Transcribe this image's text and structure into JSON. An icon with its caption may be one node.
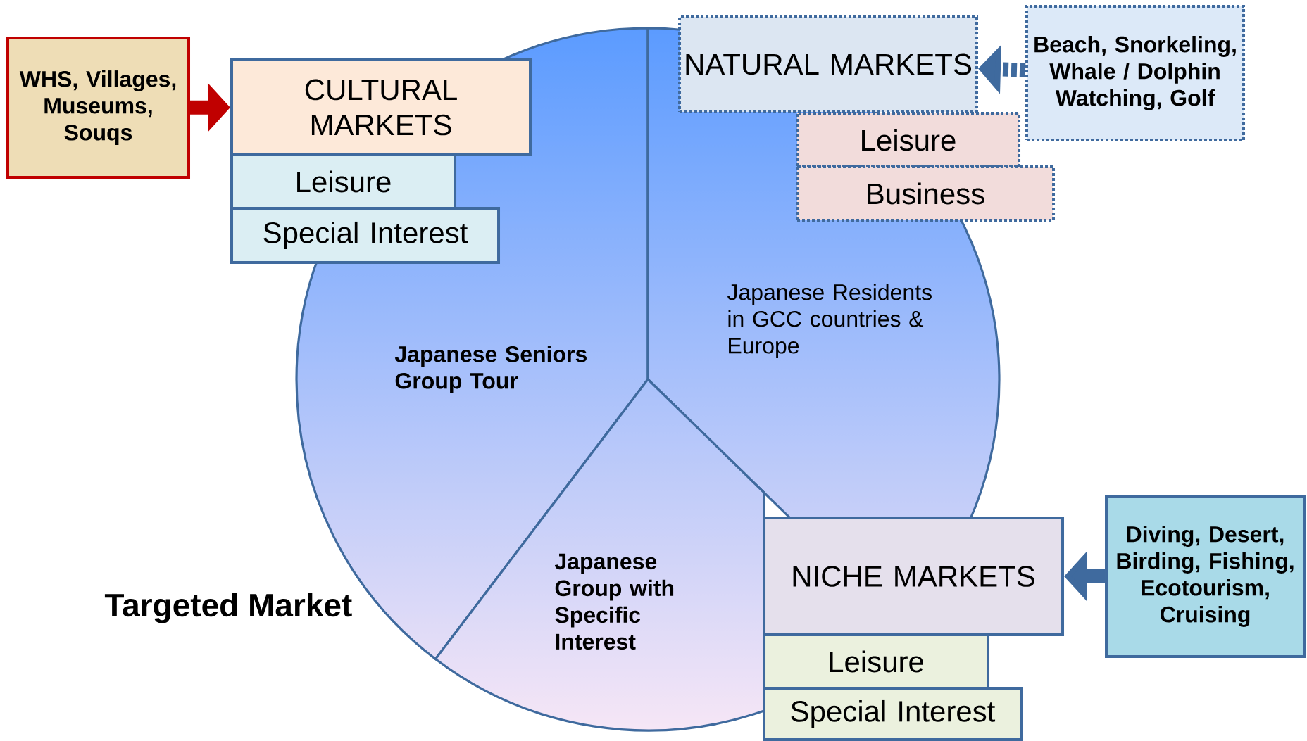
{
  "diagram": {
    "nodes": [
      {
        "text": [
          "WHS, Villages, Museums, Souqs"
        ]
      },
      {
        "text": [
          "CULTURAL MARKETS"
        ]
      },
      {
        "text": [
          "Leisure"
        ]
      },
      {
        "text": [
          "Special Interest"
        ]
      },
      {
        "text": [
          "NATURAL MARKETS"
        ]
      },
      {
        "text": [
          "Beach, Snorkeling, Whale / Dolphin Watching, Golf"
        ]
      },
      {
        "text": [
          "Leisure"
        ]
      },
      {
        "text": [
          "Business"
        ]
      },
      {
        "text": [
          "Japanese Seniors Group Tour"
        ]
      },
      {
        "text": [
          "Japanese Residents in GCC countries & Europe"
        ]
      },
      {
        "text": [
          "Japanese Group with Specific Interest"
        ]
      },
      {
        "text": [
          "NICHE MARKETS"
        ]
      },
      {
        "text": [
          "Diving, Desert, Birding, Fishing, Ecotourism, Cruising"
        ]
      },
      {
        "text": [
          "Leisure"
        ]
      },
      {
        "text": [
          "Special Interest"
        ]
      }
    ],
    "edges": [
      {
        "from": 0,
        "to": 1,
        "arrow": "to",
        "color": "#c00000"
      },
      {
        "from": 5,
        "to": 4,
        "arrow": "to",
        "style": "dashed"
      },
      {
        "from": 12,
        "to": 11,
        "arrow": "to"
      }
    ],
    "labels": [
      "Targeted Market"
    ]
  }
}
